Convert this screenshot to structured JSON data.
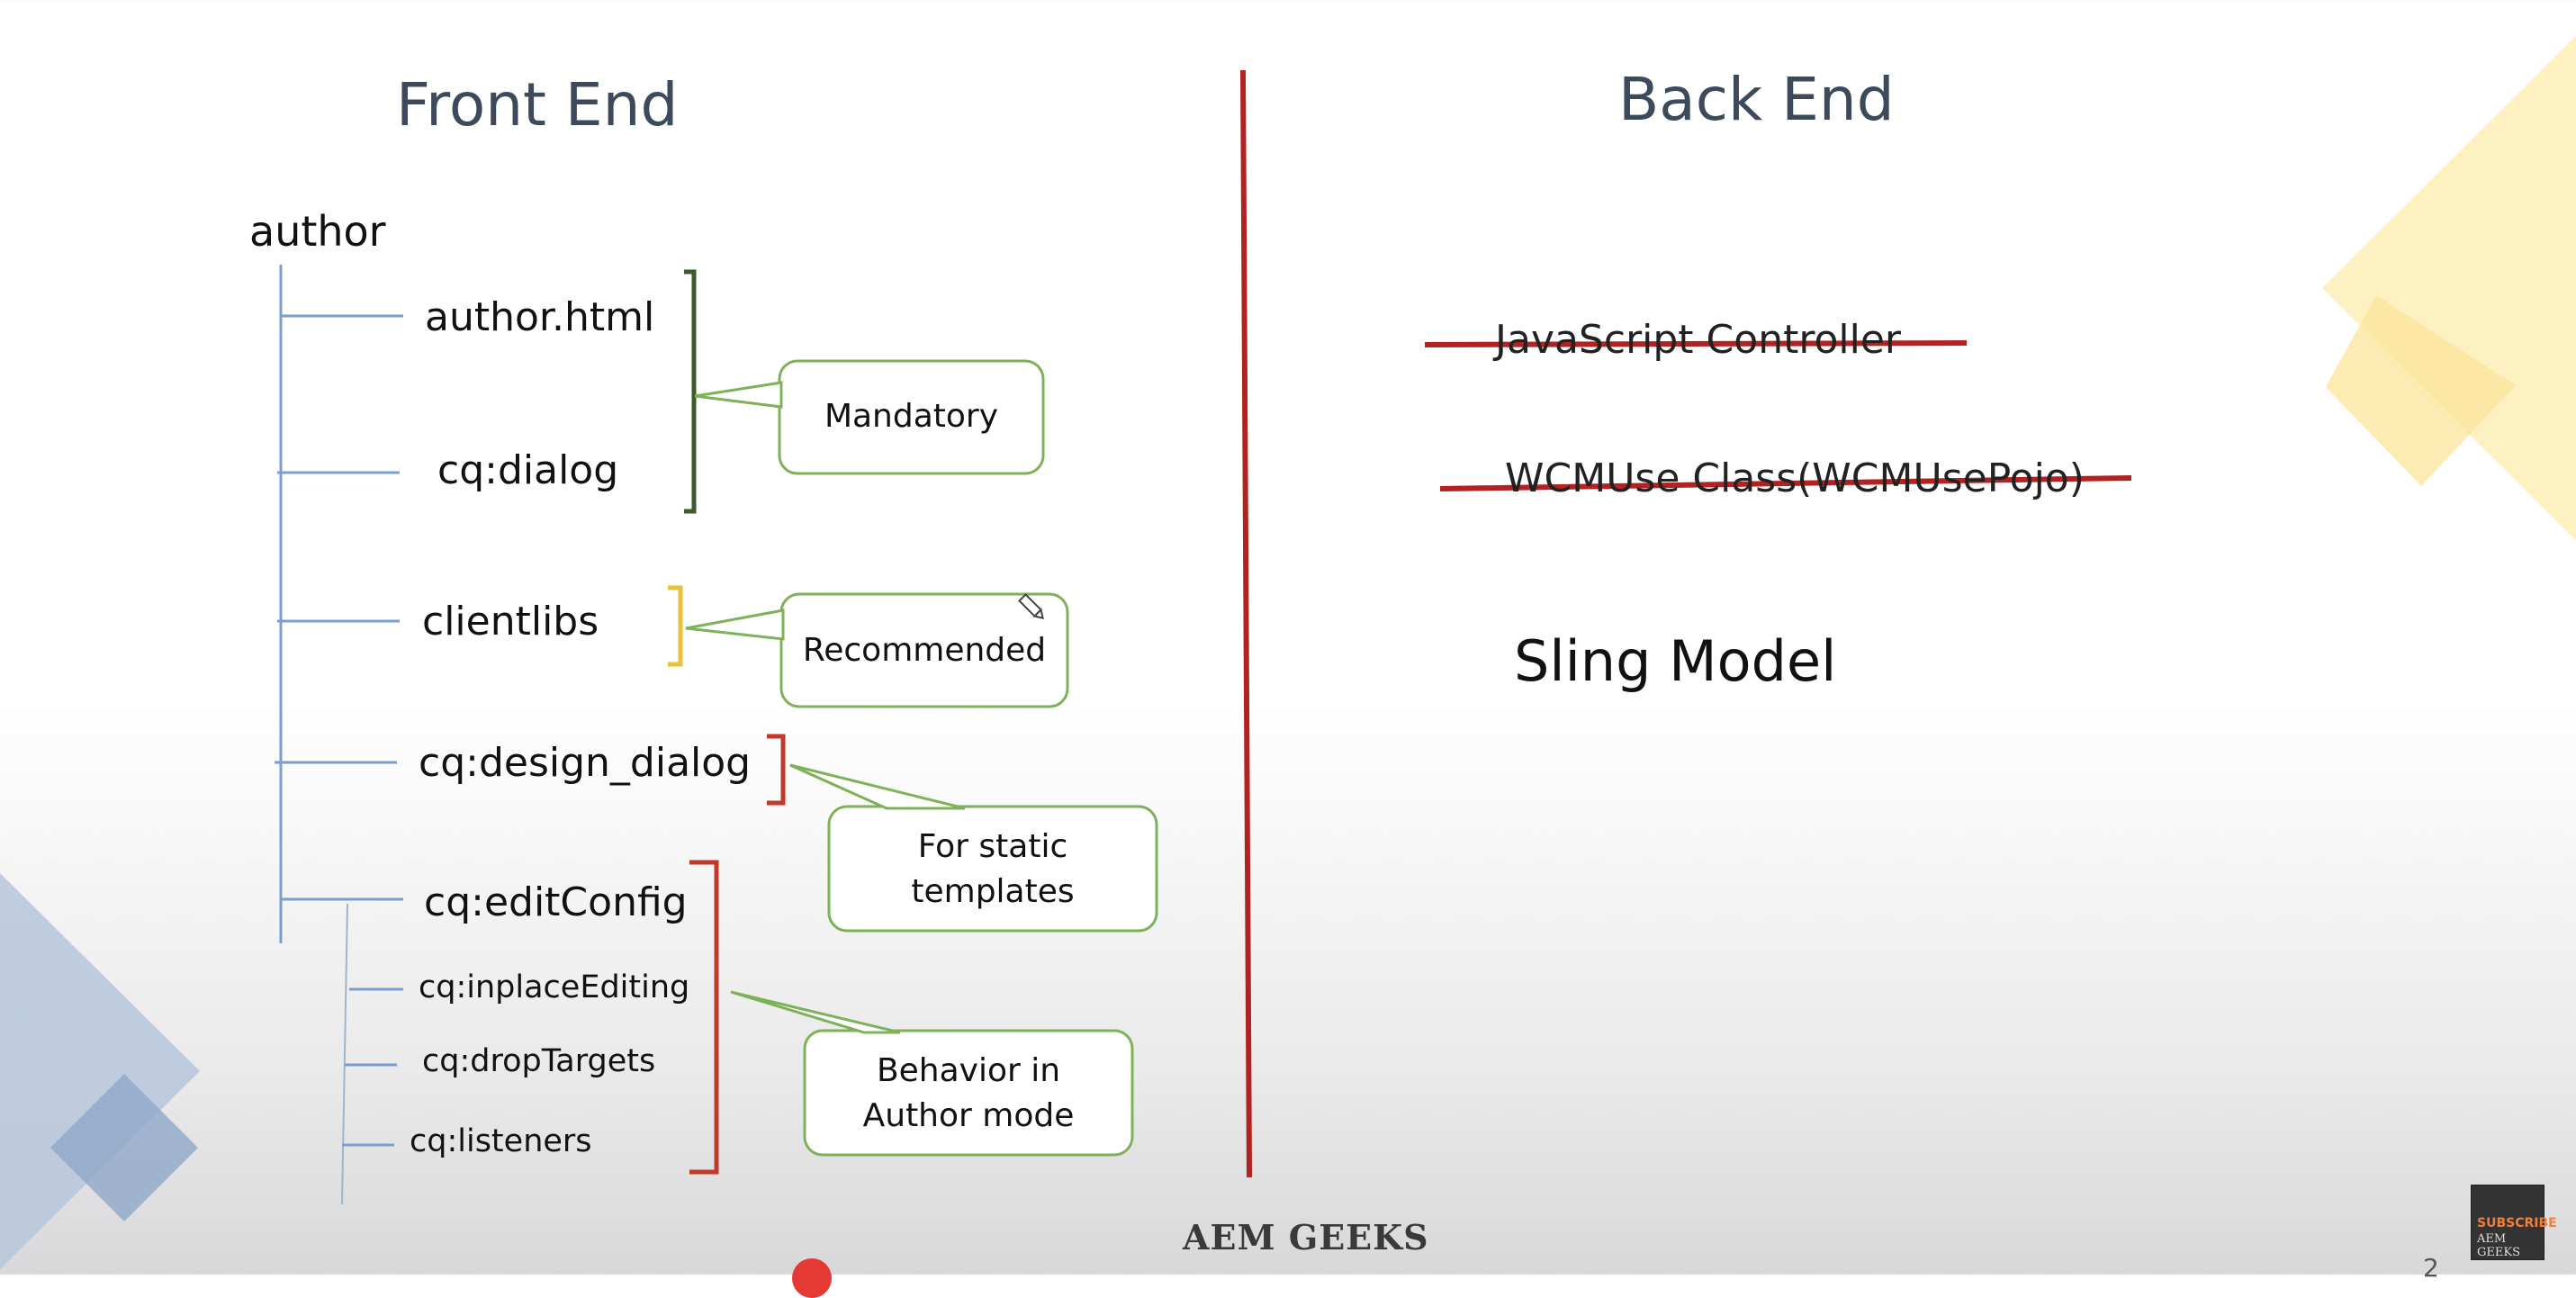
{
  "columns": {
    "front_title": "Front End",
    "back_title": "Back End"
  },
  "tree": {
    "root": "author",
    "items": [
      "author.html",
      "cq:dialog",
      "clientlibs",
      "cq:design_dialog",
      "cq:editConfig"
    ],
    "sub_items": [
      "cq:inplaceEditing",
      "cq:dropTargets",
      "cq:listeners"
    ]
  },
  "callouts": {
    "mandatory": "Mandatory",
    "recommended": "Recommended",
    "static": "For static templates",
    "behavior": "Behavior in Author mode"
  },
  "backend": {
    "struck_1": "JavaScript Controller",
    "struck_2": "WCMUse Class(WCMUsePojo)",
    "current": "Sling Model"
  },
  "footer": {
    "brand": "AEM GEEKS",
    "page": "2",
    "thumb_top": "SUBSCRIBE",
    "thumb_bottom": "AEM GEEKS"
  },
  "colors": {
    "tree_line": "#7a9fcf",
    "bracket_mandatory": "#3d5a2a",
    "bracket_recommended": "#e8c23a",
    "bracket_red": "#c0392b",
    "callout_border": "#7fb05a",
    "divider": "#b22222",
    "strike": "#b22222",
    "decor_yellow": "#fde9a8",
    "decor_blue": "#a9bdd6"
  }
}
